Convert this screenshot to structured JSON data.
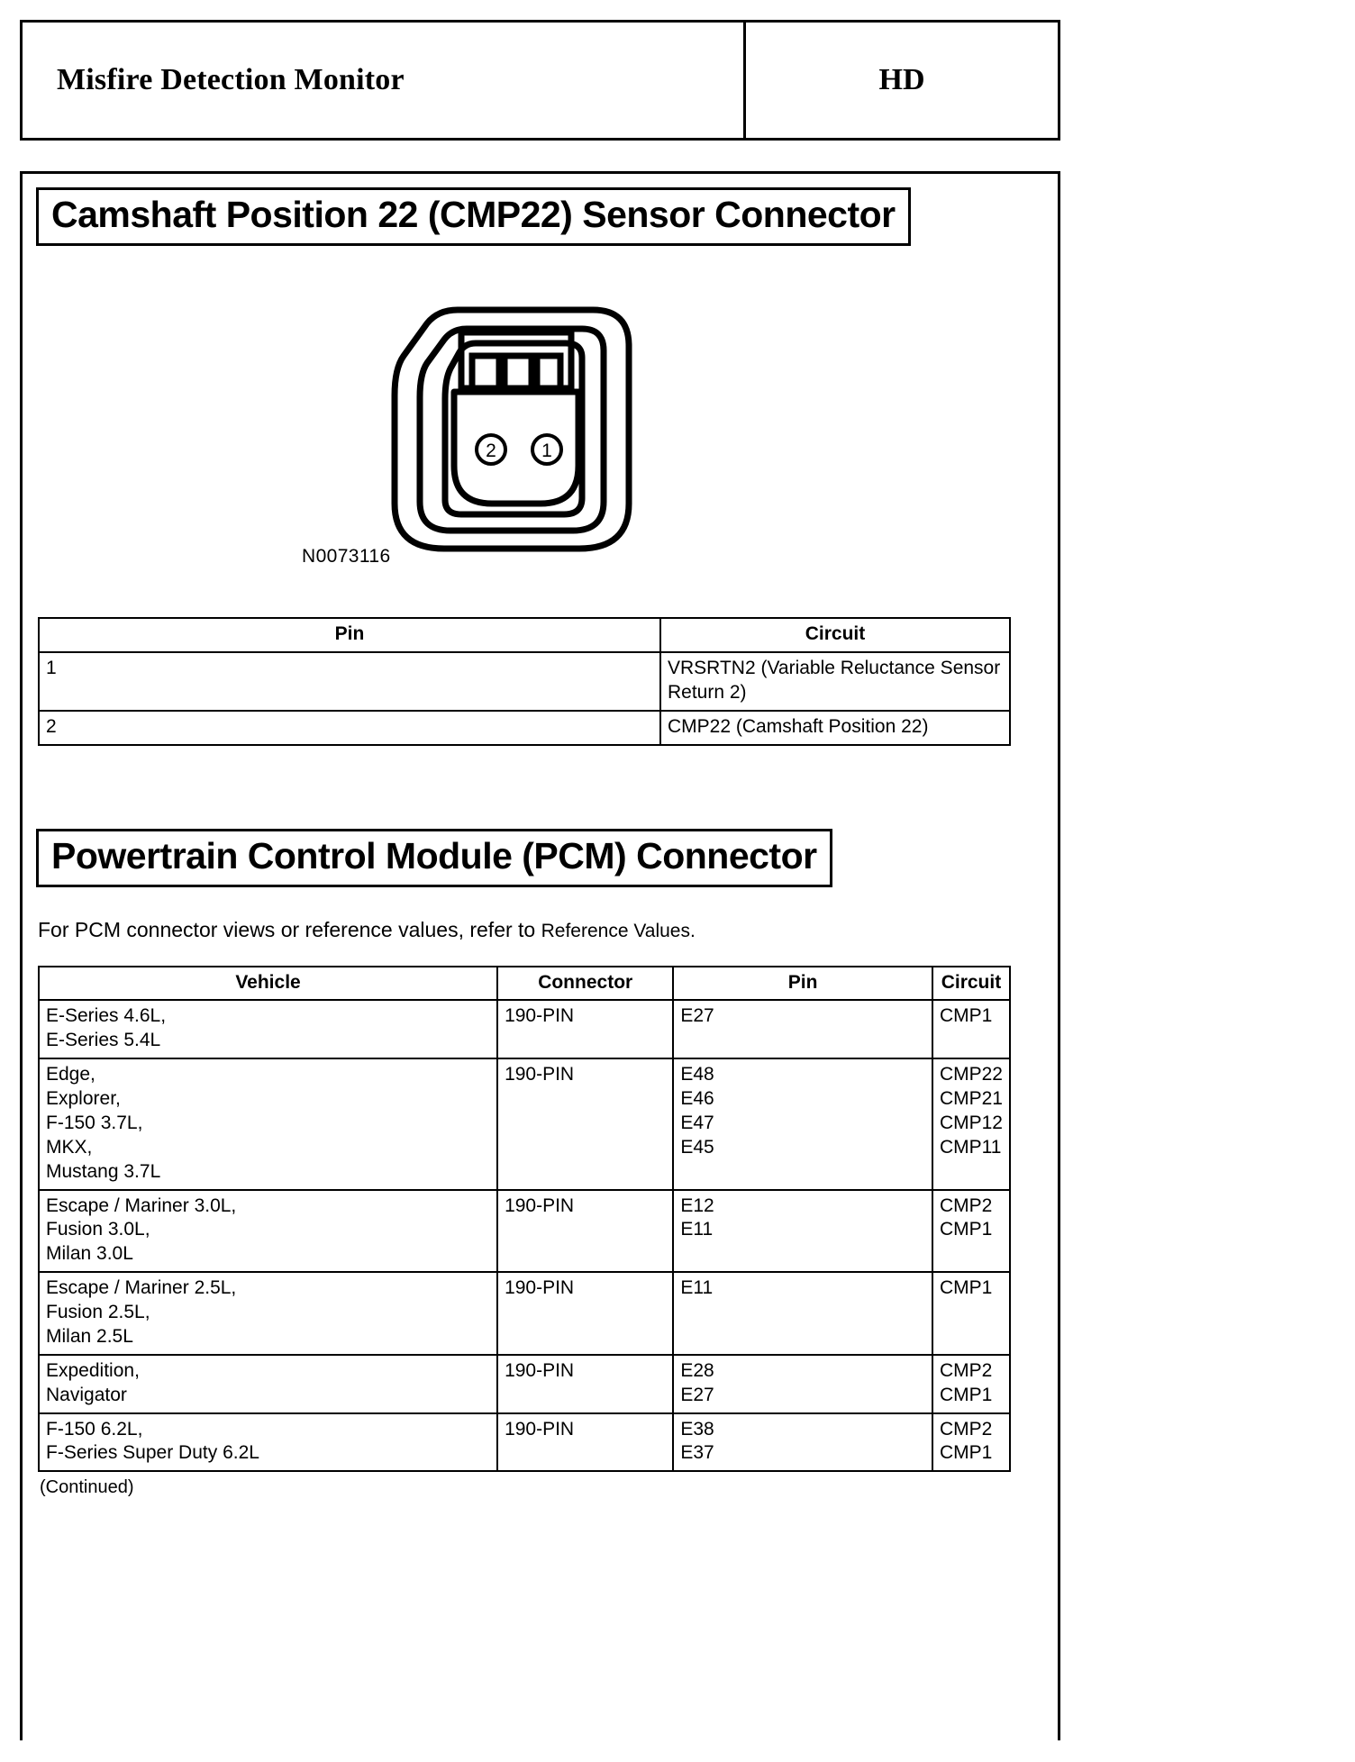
{
  "header": {
    "title": "Misfire Detection Monitor",
    "code": "HD"
  },
  "sections": {
    "cmp22": {
      "title": "Camshaft Position 22 (CMP22) Sensor Connector",
      "part_number": "N0073116",
      "pin_markers": [
        "2",
        "1"
      ],
      "table": {
        "headers": [
          "Pin",
          "Circuit"
        ],
        "rows": [
          [
            "1",
            "VRSRTN2 (Variable Reluctance Sensor Return 2)"
          ],
          [
            "2",
            "CMP22 (Camshaft Position 22)"
          ]
        ]
      }
    },
    "pcm": {
      "title": "Powertrain Control Module (PCM) Connector",
      "note_main": "For PCM connector views or reference values, refer to ",
      "note_ref": "Reference Values.",
      "table": {
        "headers": [
          "Vehicle",
          "Connector",
          "Pin",
          "Circuit"
        ],
        "rows": [
          {
            "vehicle": "E-Series 4.6L,\nE-Series 5.4L",
            "connector": "190-PIN",
            "pin": "E27",
            "circuit": "CMP1"
          },
          {
            "vehicle": "Edge,\nExplorer,\nF-150 3.7L,\nMKX,\nMustang 3.7L",
            "connector": "190-PIN",
            "pin": "E48\nE46\nE47\nE45",
            "circuit": "CMP22\nCMP21\nCMP12\nCMP11"
          },
          {
            "vehicle": "Escape / Mariner 3.0L,\nFusion 3.0L,\nMilan 3.0L",
            "connector": "190-PIN",
            "pin": "E12\nE11",
            "circuit": "CMP2\nCMP1"
          },
          {
            "vehicle": "Escape / Mariner 2.5L,\nFusion 2.5L,\nMilan 2.5L",
            "connector": "190-PIN",
            "pin": "E11",
            "circuit": "CMP1"
          },
          {
            "vehicle": "Expedition,\nNavigator",
            "connector": "190-PIN",
            "pin": "E28\nE27",
            "circuit": "CMP2\nCMP1"
          },
          {
            "vehicle": "F-150 6.2L,\nF-Series Super Duty 6.2L",
            "connector": "190-PIN",
            "pin": "E38\nE37",
            "circuit": "CMP2\nCMP1"
          }
        ]
      },
      "continued": "(Continued)"
    }
  },
  "colors": {
    "ink": "#000000",
    "paper": "#ffffff"
  }
}
